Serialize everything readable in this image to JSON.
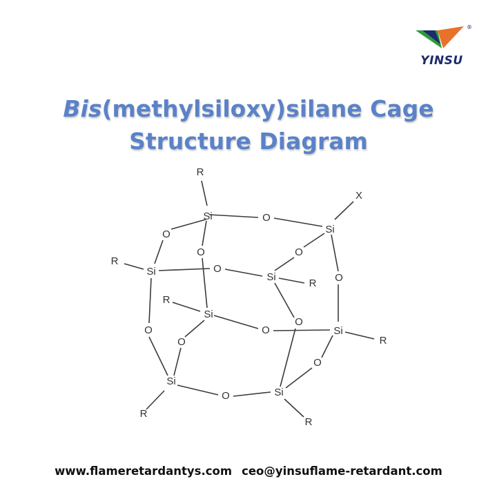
{
  "logo": {
    "text": "YINSU",
    "colors": {
      "green": "#2e9a3c",
      "orange": "#e8722a",
      "navy": "#1d2a6e"
    },
    "registered_mark": "®"
  },
  "title": {
    "line1_italic": "Bis",
    "line1_rest": "(methylsiloxy)silane Cage",
    "line2": "Structure Diagram",
    "color": "#5b82c8"
  },
  "diagram": {
    "si": "Si",
    "o": "O",
    "r": "R",
    "x": "X"
  },
  "footer": {
    "website": "www.flameretardantys.com",
    "email": "ceo@yinsuflame-retardant.com"
  }
}
